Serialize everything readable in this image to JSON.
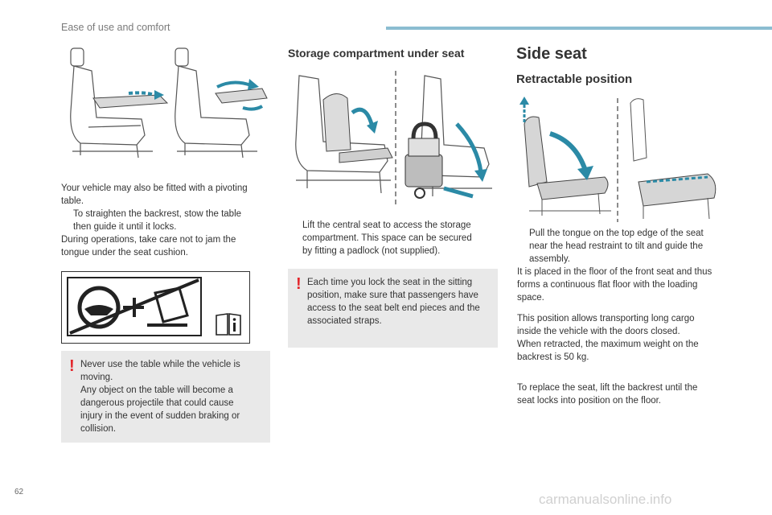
{
  "header": {
    "title": "Ease of use and comfort"
  },
  "footer": {
    "page_number": "62",
    "watermark": "carmanualsonline.info"
  },
  "bullet_char": "",
  "warning_mark": "!",
  "left": {
    "intro_1": "Your vehicle may also be fitted with a pivoting",
    "intro_2": "table.",
    "bullet_1": "To straighten the backrest, stow the table",
    "bullet_2": "then guide it until it locks.",
    "line_1": "During operations, take care not to jam the",
    "line_2": "tongue under the seat cushion.",
    "warning": [
      "Never use the table while the vehicle is",
      "moving.",
      "Any object on the table will become a",
      "dangerous projectile that could cause",
      "injury in the event of sudden braking or",
      "collision."
    ]
  },
  "middle": {
    "title": "Storage compartment under seat",
    "bullet_1": "Lift the central seat to access the storage",
    "bullet_2": "compartment. This space can be secured",
    "bullet_3": "by fitting a padlock (not supplied).",
    "warning": [
      "Each time you lock the seat in the sitting",
      "position, make sure that passengers have",
      "access to the seat belt end pieces and the",
      "associated straps."
    ]
  },
  "right": {
    "title": "Side seat",
    "subtitle": "Retractable position",
    "bullet_1": "Pull the tongue on the top edge of the seat",
    "bullet_2": "near the head restraint to tilt and guide the",
    "bullet_3": "assembly.",
    "para1": [
      "It is placed in the floor of the front seat and thus",
      "forms a continuous flat floor with the loading",
      "space."
    ],
    "para2": [
      "This position allows transporting long cargo",
      "inside the vehicle with the doors closed.",
      "When retracted, the maximum weight on the",
      "backrest is 50 kg."
    ],
    "para3": [
      "To replace the seat, lift the backrest until the",
      "seat locks into position on the floor."
    ]
  },
  "colors": {
    "accent_bar": "#8bbdd1",
    "arrow": "#2b8aa6",
    "warning": "#e3262b",
    "box": "#e9e9e9"
  }
}
